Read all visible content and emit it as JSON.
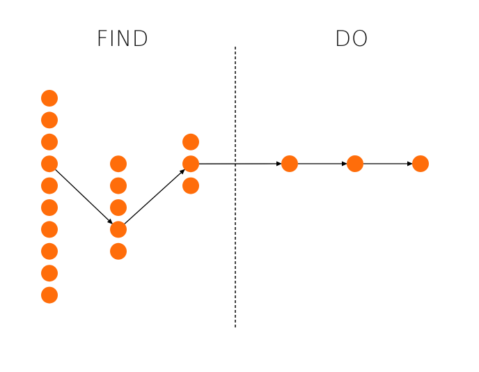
{
  "labels": {
    "left": "FIND",
    "right": "DO"
  },
  "colors": {
    "node": "#FF6D0A",
    "edge": "#000000",
    "divider": "#000000"
  },
  "find_columns": [
    {
      "node_count": 10,
      "selected_index": 3
    },
    {
      "node_count": 5,
      "selected_index": 3
    },
    {
      "node_count": 3,
      "selected_index": 1
    }
  ],
  "do_sequence": {
    "node_count": 3
  }
}
